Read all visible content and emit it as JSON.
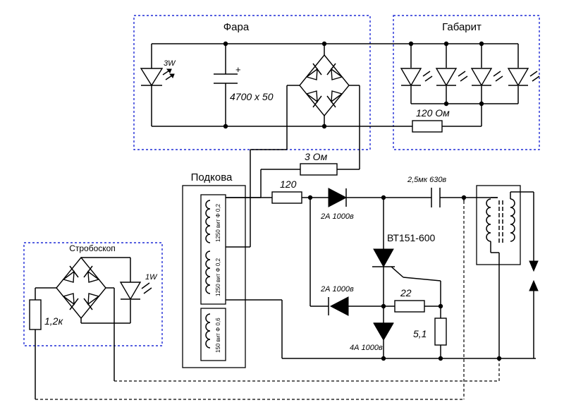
{
  "sections": {
    "fara": "Фара",
    "gabarit": "Габарит",
    "podkova": "Подкова",
    "stroboskop": "Стробоскоп"
  },
  "components": {
    "led_head": "3W",
    "capacitor_head": "4700 x 50",
    "capacitor_plus": "+",
    "resistor_gabarit": "120 Ом",
    "resistor_3ohm": "3 Ом",
    "resistor_120": "120",
    "diode_top": "2А 1000в",
    "capacitor_hv": "2,5мк 630в",
    "thyristor": "ВТ151-600",
    "diode_mid": "2А 1000в",
    "resistor_22": "22",
    "resistor_5_1": "5,1",
    "diode_bottom": "4А 1000в",
    "led_strobe": "1W",
    "resistor_strobe": "1,2к",
    "coil_1": "1250 вит  Ф 0,2",
    "coil_2": "1250 вит  Ф 0,2",
    "coil_3": "150 вит  Ф 0,6"
  }
}
